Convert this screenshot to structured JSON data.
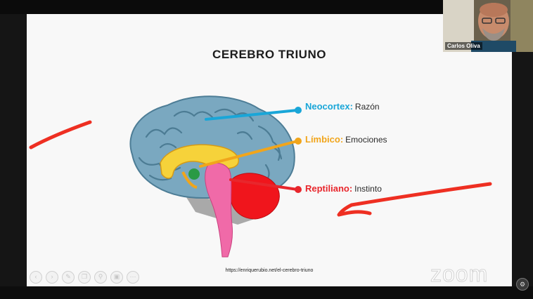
{
  "slide": {
    "title": "CEREBRO TRIUNO",
    "source": "https://enriquerubio.net/el-cerebro-triuno",
    "labels": [
      {
        "name": "Neocortex:",
        "desc": "Razón",
        "color": "#19a6d8"
      },
      {
        "name": "Límbico:",
        "desc": "Emociones",
        "color": "#f1a51b"
      },
      {
        "name": "Reptiliano:",
        "desc": "Instinto",
        "color": "#e8262c"
      }
    ],
    "toolbar_icons": [
      "back-icon",
      "forward-icon",
      "pen-icon",
      "copy-icon",
      "zoom-icon",
      "screen-icon",
      "more-icon"
    ]
  },
  "participant": {
    "name": "Carlos Oliva"
  },
  "watermark": "zoom",
  "colors": {
    "annotation": "#ee2f22",
    "neocortex": "#19a6d8",
    "limbic": "#f1a51b",
    "reptilian": "#e8262c"
  }
}
